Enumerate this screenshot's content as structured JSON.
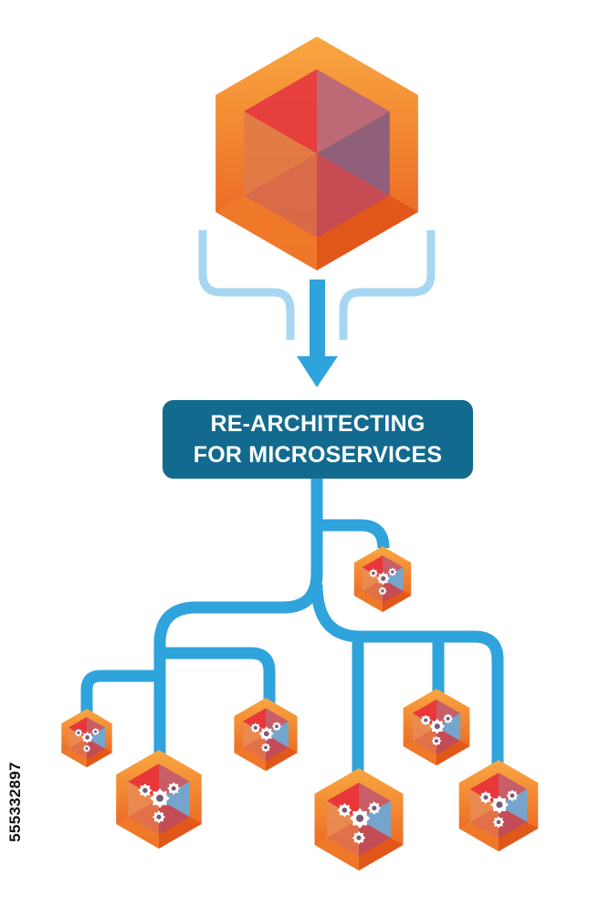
{
  "diagram": {
    "title_line1": "RE-ARCHITECTING",
    "title_line2": "FOR MICROSERVICES",
    "side_id": "555332897",
    "colors": {
      "connector": "#2fa3dc",
      "inflow": "#a6d7f2",
      "title_bg": "#126b8f",
      "cube_orange_light": "#f7a23a",
      "cube_orange_dark": "#e2561c",
      "cube_red": "#e8333a",
      "cube_blue": "#6ea6d6",
      "gear": "#ffffff"
    },
    "icons": [
      "monolith-cube-icon",
      "down-arrow-icon",
      "microservice-cube-icon",
      "gear-icon"
    ],
    "microservice_count": 7
  }
}
